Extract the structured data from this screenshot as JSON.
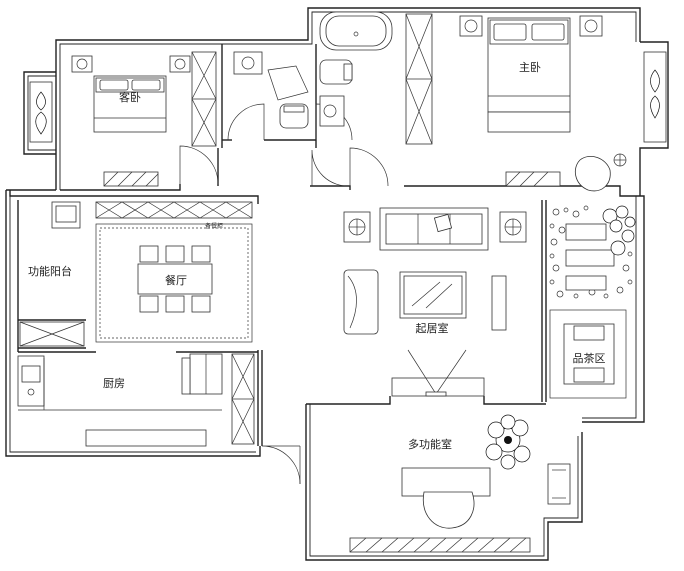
{
  "rooms": {
    "guest_bedroom": "客卧",
    "master_bedroom": "主卧",
    "functional_balcony": "功能阳台",
    "dining_room": "餐厅",
    "kitchen": "厨房",
    "living_room": "起居室",
    "tea_area": "品茶区",
    "multifunction_room": "多功能室"
  },
  "annotations": {
    "sideboard": "备餐柜"
  }
}
